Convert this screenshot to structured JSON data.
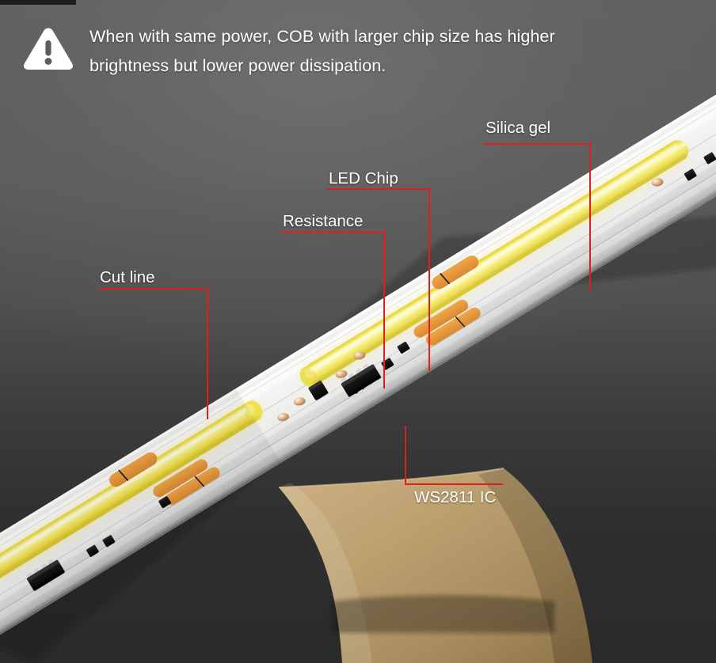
{
  "header": {
    "icon": "warning-triangle-icon",
    "notice_line1": "When with same power, COB with larger chip size has higher",
    "notice_line2": "brightness but lower power dissipation.",
    "notice_full": "When with same power, COB with larger chip size has higher brightness but lower power dissipation."
  },
  "callouts": [
    {
      "id": "cut-line",
      "label": "Cut line"
    },
    {
      "id": "resistance",
      "label": "Resistance"
    },
    {
      "id": "led-chip",
      "label": "LED Chip"
    },
    {
      "id": "silica-gel",
      "label": "Silica gel"
    },
    {
      "id": "ws2811-ic",
      "label": "WS2811 IC"
    }
  ],
  "product": {
    "name": "cob-led-strip",
    "description": "White PCB COB LED strip with yellow phosphor emitter, orange solder pads, black SMD resistors, WS2811 driver IC and peeling adhesive backing tape"
  },
  "colors": {
    "leader_red": "#dd1f1f",
    "text_white": "#ffffff",
    "background_top": "#5f5f5f",
    "background_bottom": "#2a2a2a",
    "pcb_white": "#f2f2f0",
    "phosphor_yellow": "#f0e24a",
    "pad_orange": "#e79a3c",
    "adhesive_tan": "#b99a66",
    "component_black": "#171717"
  }
}
